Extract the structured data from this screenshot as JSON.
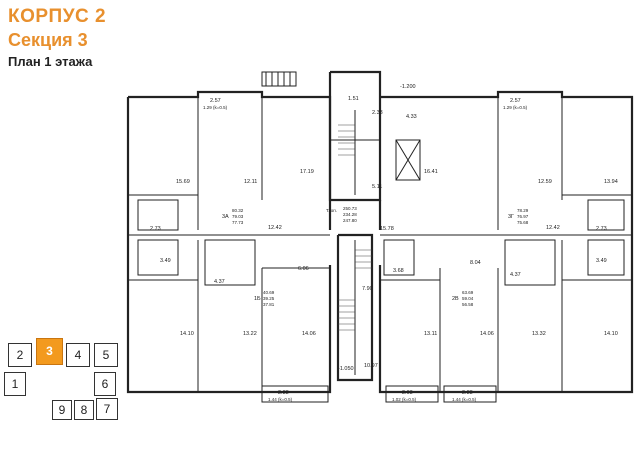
{
  "header": {
    "building": "КОРПУС 2",
    "section": "Секция 3",
    "floor_plan": "План 1 этажа"
  },
  "rooms": {
    "top_left_balcony": "2.57",
    "top_left_balcony_sub": "1.29 (k=0.5)",
    "left_room_big": "15.69",
    "left_room_mid": "12.11",
    "left_kitchen": "17.19",
    "left_hall": "12.42",
    "left_bath_a": "2.73",
    "left_bath_b": "3.49",
    "left_flat_id": "3А",
    "left_flat_area_1": "80.32",
    "left_flat_area_2": "79.03",
    "left_flat_area_3": "77.73",
    "left_lower_room": "14.10",
    "left_lower_room2": "13.22",
    "left_lower_kitchen": "14.06",
    "left_lower_bath": "4.37",
    "left_lower_hall": "6.06",
    "flat_1b_id": "1Б",
    "flat_1b_area_1": "40.69",
    "flat_1b_area_2": "39.25",
    "flat_1b_area_3": "37.81",
    "bottom_left_balcony": "2.88",
    "bottom_left_balcony_sub": "1.44 (k=0.5)",
    "stair_top_1": "1.51",
    "stair_top_2": "2.33",
    "stair_top_3": "4.33",
    "stair_top_mark": "-1.200",
    "stair_mid_1": "5.11",
    "stair_mid_area_1": "250.73",
    "stair_mid_area_2": "234.28",
    "stair_mid_area_3": "247.80",
    "stair_mid_tag": "Т. оп.",
    "stair_lower_1": "15.78",
    "stair_lower_2": "7.90",
    "stair_lower_3": "10.97",
    "stair_bottom_mark": "-1.050",
    "right_balcony": "2.57",
    "right_balcony_sub": "1.29 (k=0.5)",
    "right_room_a": "16.41",
    "right_room_b": "12.59",
    "right_room_c": "13.94",
    "right_hall": "12.42",
    "right_flat_id": "3Г",
    "right_flat_area_1": "78.29",
    "right_flat_area_2": "76.97",
    "right_flat_area_3": "75.68",
    "right_bath_a": "2.73",
    "right_bath_b": "3.49",
    "right_lower_bath": "4.37",
    "right_lower_hall": "8.04",
    "right_lower_room": "13.32",
    "right_lower_room2": "14.10",
    "flat_2b_id": "2В",
    "flat_2b_area_1": "63.69",
    "flat_2b_area_2": "59.04",
    "flat_2b_area_3": "56.58",
    "center_bath": "3.68",
    "center_room_1": "13.11",
    "center_room_2": "14.06",
    "bottom_mid_balcony": "2.03",
    "bottom_mid_balcony_sub": "1.02 (k=0.5)",
    "bottom_right_balcony": "2.88",
    "bottom_right_balcony_sub": "1.44 (k=0.5)"
  },
  "sections": [
    {
      "label": "2"
    },
    {
      "label": "3"
    },
    {
      "label": "4"
    },
    {
      "label": "5"
    },
    {
      "label": "1"
    },
    {
      "label": "6"
    },
    {
      "label": "9"
    },
    {
      "label": "8"
    },
    {
      "label": "7"
    }
  ],
  "active_section": "3",
  "colors": {
    "accent": "#e8902e",
    "active_section": "#f39a1e",
    "wall": "#222222"
  }
}
